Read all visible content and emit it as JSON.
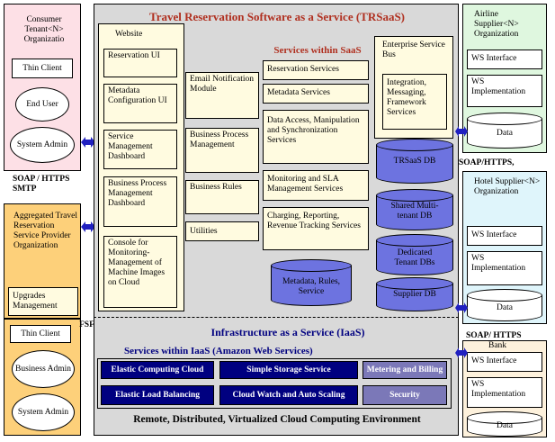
{
  "title": "Travel Reservation Software as a Service (TRSaaS)",
  "consumer": {
    "title": "Consumer Tenant<N> Organizatio",
    "thin_client": "Thin Client",
    "end_user": "End User",
    "system_admin": "System Admin"
  },
  "protocol_left": "SOAP / HTTPS SMTP",
  "aggregated": {
    "title": "Aggregated Travel Reservation Service Provider Organization",
    "upgrades": "Upgrades Management",
    "thin_client": "Thin Client",
    "business_admin": "Business Admin",
    "system_admin": "System Admin"
  },
  "fsftp": "FSFTP",
  "website": {
    "title": "Website",
    "items": [
      "Reservation UI",
      "Metadata Configuration UI",
      "Service Management Dashboard",
      "Business Process Management Dashboard",
      "Console for Monitoring-Management of Machine Images on Cloud"
    ]
  },
  "middle_col": [
    "Email Notification Module",
    "Business Process Management",
    "Business Rules",
    "Utilities"
  ],
  "services": {
    "title": "Services within SaaS",
    "items": [
      "Reservation Services",
      "Metadata Services",
      "Data Access, Manipulation and Synchronization Services",
      "Monitoring and SLA Management Services",
      "Charging, Reporting, Revenue Tracking Services"
    ],
    "metadata_db": "Metadata, Rules, Service"
  },
  "esb": {
    "title": "Enterprise Service Bus",
    "integration": "Integration, Messaging, Framework Services"
  },
  "dbs": [
    "TRSaaS DB",
    "Shared Multi-tenant DB",
    "Dedicated Tenant DBs",
    "Supplier DB"
  ],
  "airline": {
    "title": "Airline Supplier<N> Organization",
    "ws_interface": "WS Interface",
    "ws_impl": "WS Implementation",
    "data": "Data"
  },
  "protocol_right1": "SOAP/HTTPS,",
  "hotel": {
    "title": "Hotel Supplier<N> Organization",
    "ws_interface": "WS Interface",
    "ws_impl": "WS Implementation",
    "data": "Data"
  },
  "protocol_right2": "SOAP/ HTTPS",
  "bank": {
    "title": "Bank",
    "ws_interface": "WS Interface",
    "ws_impl": "WS Implementation",
    "data": "Data"
  },
  "iaas": {
    "title": "Infrastructure as a Service (IaaS)",
    "subtitle": "Services within IaaS (Amazon Web Services)",
    "elastic_computing": "Elastic Computing Cloud",
    "simple_storage": "Simple Storage Service",
    "metering": "Metering and Billing",
    "elastic_lb": "Elastic Load Balancing",
    "cloudwatch": "Cloud Watch and Auto Scaling",
    "security": "Security",
    "footer": "Remote, Distributed, Virtualized Cloud Computing Environment"
  },
  "colors": {
    "consumer_bg": "#fde0e6",
    "aggregated_bg": "#fdd07a",
    "main_bg": "#d9d9d9",
    "box_bg": "#fffbe0",
    "airline_bg": "#dff7df",
    "hotel_bg": "#dff5fb",
    "bank_bg": "#fdf1dc",
    "title_red": "#b03020",
    "iaas_blue": "#000080",
    "db_blue": "#6d73e0",
    "arrow_blue": "#2020c0"
  }
}
